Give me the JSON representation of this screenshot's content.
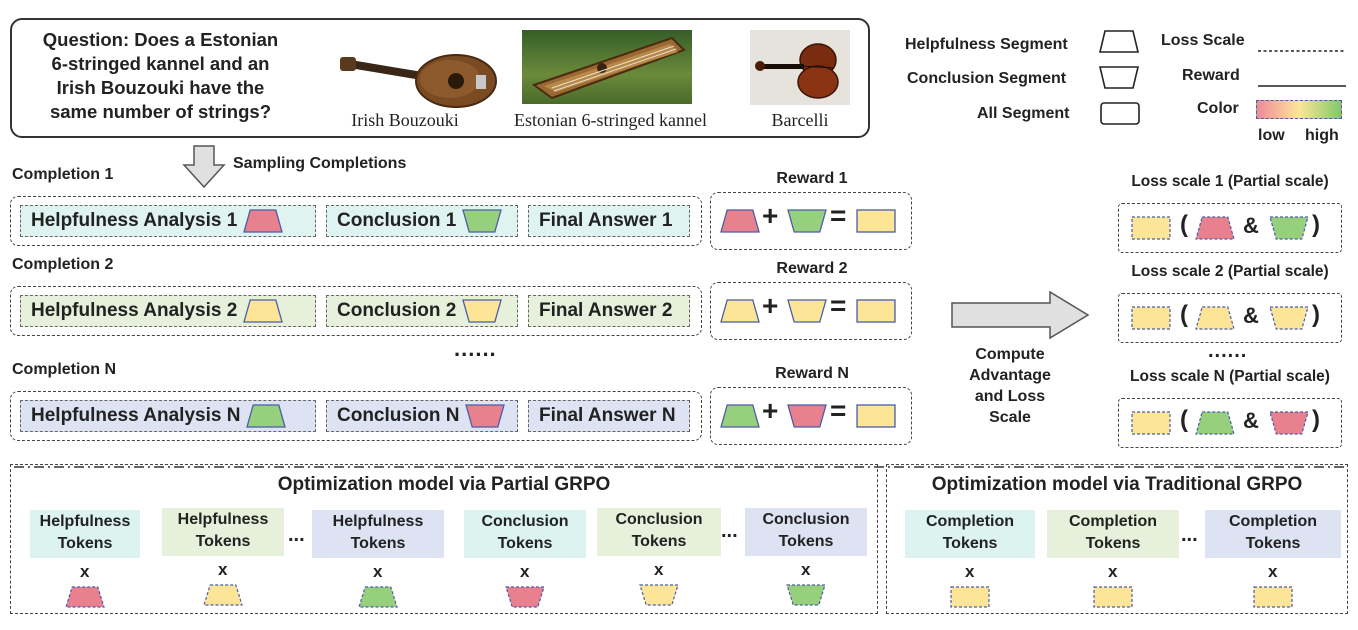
{
  "question": {
    "text_lines": [
      "Question: Does a Estonian",
      "6-stringed kannel and an",
      "Irish Bouzouki have the",
      "same number of strings?"
    ],
    "images": [
      {
        "caption": "Irish Bouzouki"
      },
      {
        "caption": "Estonian 6-stringed kannel"
      },
      {
        "caption": "Barcelli"
      }
    ]
  },
  "legend": {
    "helpfulness": "Helpfulness Segment",
    "conclusion": "Conclusion Segment",
    "all": "All Segment",
    "loss_scale": "Loss Scale",
    "reward": "Reward",
    "color": "Color",
    "low": "low",
    "high": "high"
  },
  "sampling_label": "Sampling Completions",
  "completions": [
    {
      "title": "Completion 1",
      "help": "Helpfulness Analysis 1",
      "concl": "Conclusion 1",
      "final": "Final Answer 1",
      "reward_title": "Reward 1",
      "loss_title": "Loss scale 1 (Partial scale)",
      "help_color": "red",
      "concl_color": "green",
      "bg": "#dff3f0"
    },
    {
      "title": "Completion 2",
      "help": "Helpfulness Analysis 2",
      "concl": "Conclusion 2",
      "final": "Final Answer 2",
      "reward_title": "Reward 2",
      "loss_title": "Loss scale 2 (Partial scale)",
      "help_color": "yellow",
      "concl_color": "yellow",
      "bg": "#e6f0da"
    },
    {
      "title": "Completion N",
      "help": "Helpfulness Analysis N",
      "concl": "Conclusion N",
      "final": "Final Answer N",
      "reward_title": "Reward N",
      "loss_title": "Loss scale N (Partial scale)",
      "help_color": "green",
      "concl_color": "red",
      "bg": "#dde3f2"
    }
  ],
  "ellipsis": "......",
  "compute_label": [
    "Compute",
    "Advantage",
    "and Loss",
    "Scale"
  ],
  "ops": {
    "plus": "+",
    "equals": "=",
    "amp": "&",
    "open": "(",
    "close": ")",
    "times": "x",
    "dots": "..."
  },
  "partial": {
    "title": "Optimization model via Partial GRPO",
    "tokens": [
      {
        "lines": [
          "Helpfulness",
          "Tokens"
        ],
        "color": "red",
        "bg": "#ddf3f0",
        "shape": "help"
      },
      {
        "lines": [
          "Helpfulness",
          "Tokens"
        ],
        "color": "yellow",
        "bg": "#e6f0da",
        "shape": "help"
      },
      {
        "lines": [
          "Helpfulness",
          "Tokens"
        ],
        "color": "green",
        "bg": "#dde3f2",
        "shape": "help"
      },
      {
        "lines": [
          "Conclusion",
          "Tokens"
        ],
        "color": "red",
        "bg": "#ddf3f0",
        "shape": "concl"
      },
      {
        "lines": [
          "Conclusion",
          "Tokens"
        ],
        "color": "yellow",
        "bg": "#e6f0da",
        "shape": "concl"
      },
      {
        "lines": [
          "Conclusion",
          "Tokens"
        ],
        "color": "green",
        "bg": "#dde3f2",
        "shape": "concl"
      }
    ]
  },
  "traditional": {
    "title": "Optimization model via Traditional GRPO",
    "tokens": [
      {
        "lines": [
          "Completion",
          "Tokens"
        ],
        "color": "yellow",
        "bg": "#ddf3f0"
      },
      {
        "lines": [
          "Completion",
          "Tokens"
        ],
        "color": "yellow",
        "bg": "#e6f0da"
      },
      {
        "lines": [
          "Completion",
          "Tokens"
        ],
        "color": "yellow",
        "bg": "#dde3f2"
      }
    ]
  },
  "colors": {
    "red": "#e8808d",
    "yellow": "#fce597",
    "green": "#96d07c",
    "stroke": "#4a5ca8",
    "gradient_low": "#f08a9a",
    "gradient_mid": "#fbe69a",
    "gradient_high": "#82c86a"
  }
}
